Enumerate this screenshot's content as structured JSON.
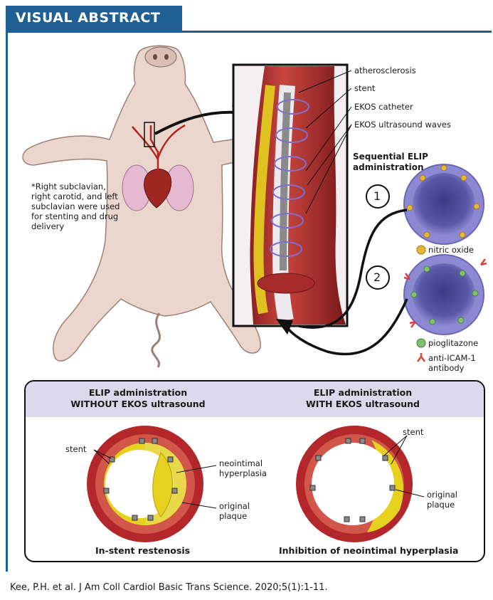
{
  "header": {
    "title": "VISUAL ABSTRACT"
  },
  "top": {
    "note": "*Right subclavian, right carotid, and left subclavian were used for stenting and drug delivery",
    "inset_labels": [
      "atherosclerosis",
      "stent",
      "EKOS catheter",
      "EKOS ultrasound waves"
    ],
    "sequence_title": "Sequential ELIP administration",
    "step1_number": "1",
    "step2_number": "2",
    "legend": {
      "nitric_oxide": "nitric oxide",
      "pioglitazone": "pioglitazone",
      "antibody": "anti-ICAM-1 antibody"
    }
  },
  "bottom": {
    "left": {
      "heading_line1": "ELIP administration",
      "heading_line2": "WITHOUT EKOS ultrasound",
      "stent": "stent",
      "neointimal_line1": "neointimal",
      "neointimal_line2": "hyperplasia",
      "plaque_line1": "original",
      "plaque_line2": "plaque",
      "caption": "In-stent restenosis"
    },
    "right": {
      "heading_line1": "ELIP administration",
      "heading_line2": "WITH EKOS ultrasound",
      "stent": "stent",
      "plaque_line1": "original",
      "plaque_line2": "plaque",
      "caption": "Inhibition of neointimal hyperplasia"
    }
  },
  "citation": "Kee, P.H. et al. J Am Coll Cardiol Basic Trans Science. 2020;5(1):1-11.",
  "colors": {
    "brand_blue": "#1f5f93",
    "vessel_red": "#b3262a",
    "plaque_yellow": "#e6d21e",
    "liposome_purple": "#7d78c8",
    "header_lavender": "#dcd9ec"
  }
}
